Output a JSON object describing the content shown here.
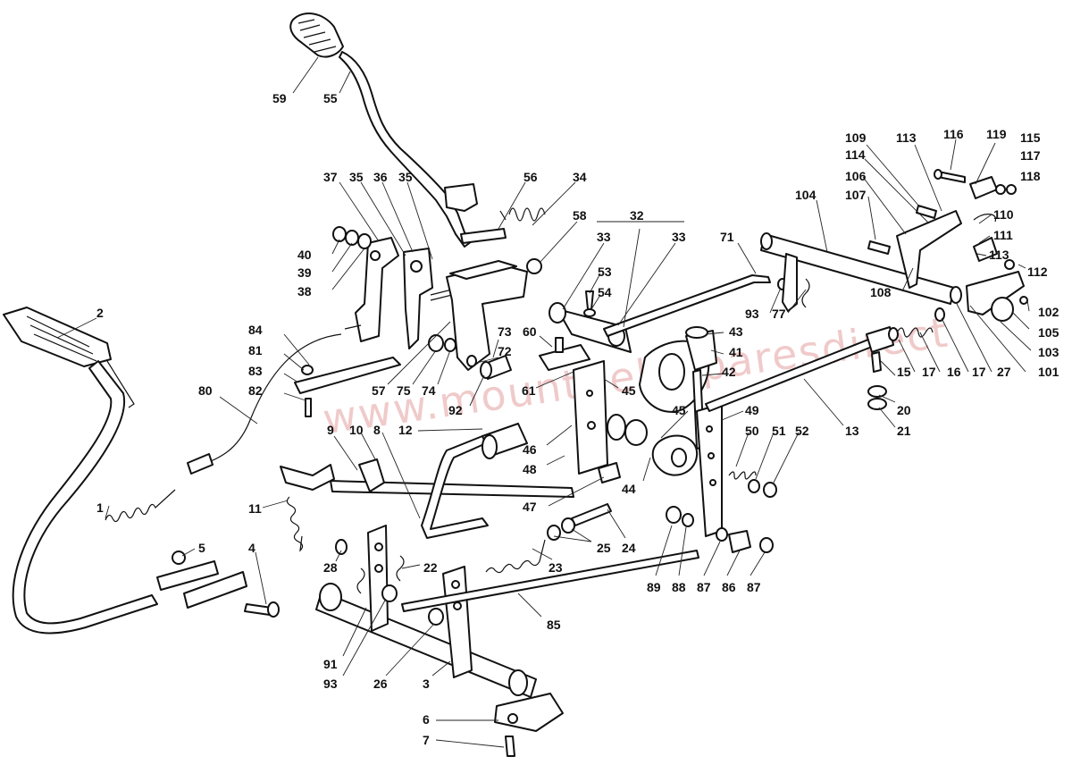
{
  "watermark": "www.mountfieldsparesdirect",
  "part_numbers": [
    "1",
    "2",
    "3",
    "4",
    "5",
    "6",
    "7",
    "8",
    "9",
    "10",
    "11",
    "12",
    "13",
    "15",
    "16",
    "17",
    "20",
    "21",
    "22",
    "23",
    "24",
    "25",
    "26",
    "27",
    "28",
    "32",
    "33",
    "34",
    "35",
    "36",
    "37",
    "38",
    "39",
    "40",
    "41",
    "42",
    "43",
    "44",
    "45",
    "46",
    "47",
    "48",
    "49",
    "50",
    "51",
    "52",
    "53",
    "54",
    "55",
    "56",
    "57",
    "58",
    "59",
    "60",
    "61",
    "71",
    "72",
    "73",
    "74",
    "75",
    "77",
    "80",
    "81",
    "82",
    "83",
    "84",
    "85",
    "86",
    "87",
    "88",
    "89",
    "91",
    "92",
    "93",
    "101",
    "102",
    "103",
    "104",
    "105",
    "106",
    "107",
    "108",
    "109",
    "110",
    "111",
    "112",
    "113",
    "114",
    "115",
    "116",
    "117",
    "118",
    "119"
  ],
  "callouts": [
    {
      "label": "59"
    },
    {
      "label": "55"
    },
    {
      "label": "56"
    },
    {
      "label": "34"
    },
    {
      "label": "58"
    },
    {
      "label": "37"
    },
    {
      "label": "35"
    },
    {
      "label": "36"
    },
    {
      "label": "35"
    },
    {
      "label": "32"
    },
    {
      "label": "33"
    },
    {
      "label": "33"
    },
    {
      "label": "71"
    },
    {
      "label": "104"
    },
    {
      "label": "109"
    },
    {
      "label": "113"
    },
    {
      "label": "116"
    },
    {
      "label": "119"
    },
    {
      "label": "115"
    },
    {
      "label": "114"
    },
    {
      "label": "117"
    },
    {
      "label": "106"
    },
    {
      "label": "118"
    },
    {
      "label": "107"
    },
    {
      "label": "110"
    },
    {
      "label": "111"
    },
    {
      "label": "113"
    },
    {
      "label": "112"
    },
    {
      "label": "108"
    },
    {
      "label": "102"
    },
    {
      "label": "105"
    },
    {
      "label": "103"
    },
    {
      "label": "101"
    },
    {
      "label": "40"
    },
    {
      "label": "39"
    },
    {
      "label": "38"
    },
    {
      "label": "53"
    },
    {
      "label": "54"
    },
    {
      "label": "93"
    },
    {
      "label": "77"
    },
    {
      "label": "84"
    },
    {
      "label": "81"
    },
    {
      "label": "83"
    },
    {
      "label": "82"
    },
    {
      "label": "80"
    },
    {
      "label": "2"
    },
    {
      "label": "73"
    },
    {
      "label": "72"
    },
    {
      "label": "60"
    },
    {
      "label": "43"
    },
    {
      "label": "41"
    },
    {
      "label": "42"
    },
    {
      "label": "15"
    },
    {
      "label": "17"
    },
    {
      "label": "16"
    },
    {
      "label": "17"
    },
    {
      "label": "27"
    },
    {
      "label": "57"
    },
    {
      "label": "75"
    },
    {
      "label": "74"
    },
    {
      "label": "61"
    },
    {
      "label": "45"
    },
    {
      "label": "92"
    },
    {
      "label": "20"
    },
    {
      "label": "21"
    },
    {
      "label": "13"
    },
    {
      "label": "9"
    },
    {
      "label": "10"
    },
    {
      "label": "8"
    },
    {
      "label": "12"
    },
    {
      "label": "46"
    },
    {
      "label": "48"
    },
    {
      "label": "45"
    },
    {
      "label": "49"
    },
    {
      "label": "50"
    },
    {
      "label": "51"
    },
    {
      "label": "52"
    },
    {
      "label": "44"
    },
    {
      "label": "47"
    },
    {
      "label": "11"
    },
    {
      "label": "1"
    },
    {
      "label": "5"
    },
    {
      "label": "4"
    },
    {
      "label": "28"
    },
    {
      "label": "22"
    },
    {
      "label": "25"
    },
    {
      "label": "24"
    },
    {
      "label": "23"
    },
    {
      "label": "89"
    },
    {
      "label": "88"
    },
    {
      "label": "87"
    },
    {
      "label": "86"
    },
    {
      "label": "87"
    },
    {
      "label": "85"
    },
    {
      "label": "91"
    },
    {
      "label": "93"
    },
    {
      "label": "26"
    },
    {
      "label": "3"
    },
    {
      "label": "6"
    },
    {
      "label": "7"
    }
  ]
}
